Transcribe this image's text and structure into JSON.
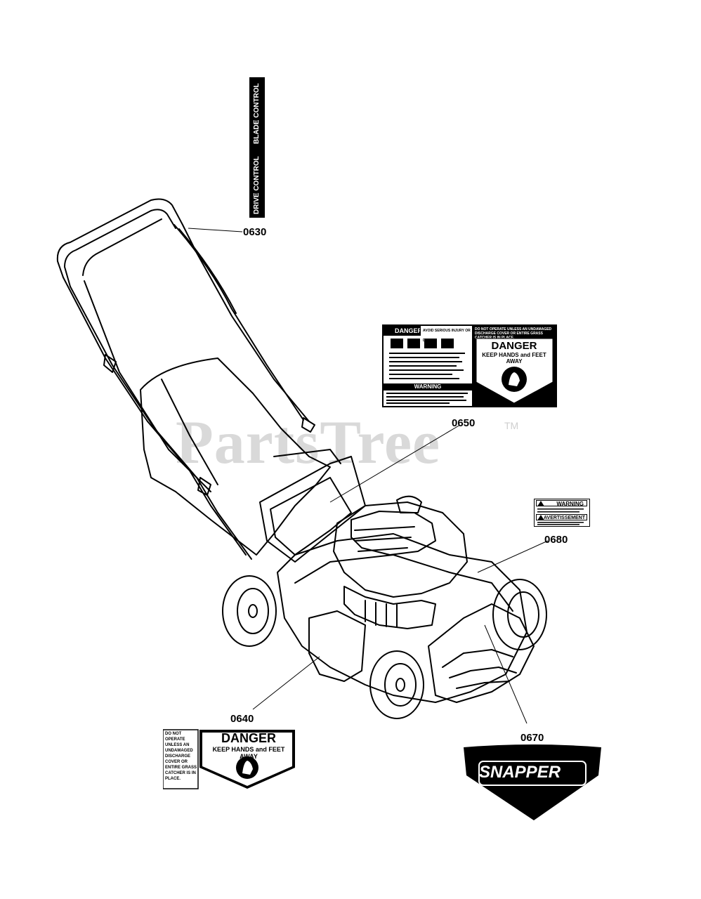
{
  "watermark": {
    "text": "PartsTree",
    "tm": "TM"
  },
  "callouts": {
    "c0630": "0630",
    "c0650": "0650",
    "c0680": "0680",
    "c0640": "0640",
    "c0670": "0670"
  },
  "decal_0630": {
    "drive_control": "DRIVE CONTROL",
    "blade_control": "BLADE CONTROL"
  },
  "decal_0650": {
    "danger_header": "DANGER",
    "avoid_text": "AVOID SERIOUS INJURY OR DEATH",
    "warning_bar": "WARNING",
    "top_right_text": "DO NOT OPERATE UNLESS AN UNDAMAGED DISCHARGE COVER OR ENTIRE GRASS CATCHER IS IN PLACE.",
    "danger_big": "DANGER",
    "keep_hands": "KEEP HANDS and FEET AWAY"
  },
  "decal_0680": {
    "warning": "WARNING",
    "avertissement": "AVERTISSEMENT"
  },
  "decal_0640": {
    "side_text": "DO NOT OPERATE UNLESS AN UNDAMAGED DISCHARGE COVER OR ENTIRE GRASS CATCHER IS IN PLACE.",
    "danger": "DANGER",
    "keep_hands": "KEEP HANDS and FEET AWAY"
  },
  "decal_0670": {
    "brand": "SNAPPER"
  }
}
